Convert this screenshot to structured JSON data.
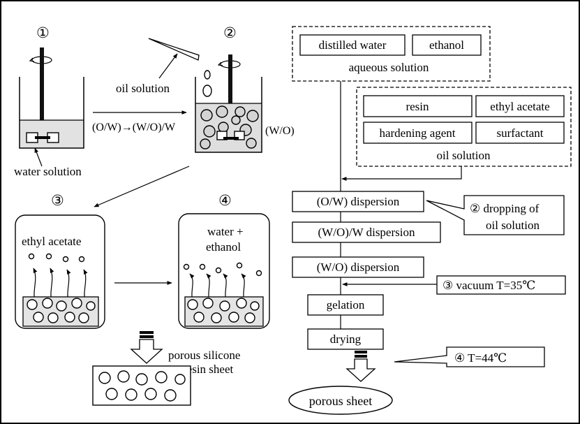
{
  "left": {
    "step1": "①",
    "step2": "②",
    "step3": "③",
    "step4": "④",
    "oil_solution": "oil solution",
    "water_solution": "water solution",
    "emulsion_label": "(O/W)→(W/O)/W",
    "wo_label": "(W/O)",
    "ethyl_acetate": "ethyl acetate",
    "water_plus": "water +",
    "ethanol": "ethanol",
    "porous_line1": "porous silicone",
    "porous_line2": "resin sheet"
  },
  "flow": {
    "distilled_water": "distilled water",
    "ethanol": "ethanol",
    "aqueous_solution": "aqueous solution",
    "resin": "resin",
    "ethyl_acetate": "ethyl acetate",
    "hardening_agent": "hardening agent",
    "surfactant": "surfactant",
    "oil_solution": "oil solution",
    "ow_dispersion": "(O/W) dispersion",
    "wow_dispersion": "(W/O)/W dispersion",
    "wo_dispersion": "(W/O) dispersion",
    "gelation": "gelation",
    "drying": "drying",
    "porous_sheet": "porous sheet"
  },
  "callouts": {
    "dropping_line1": "② dropping of",
    "dropping_line2": "oil solution",
    "vacuum": "③ vacuum  T=35℃",
    "temp": "④ T=44℃"
  }
}
